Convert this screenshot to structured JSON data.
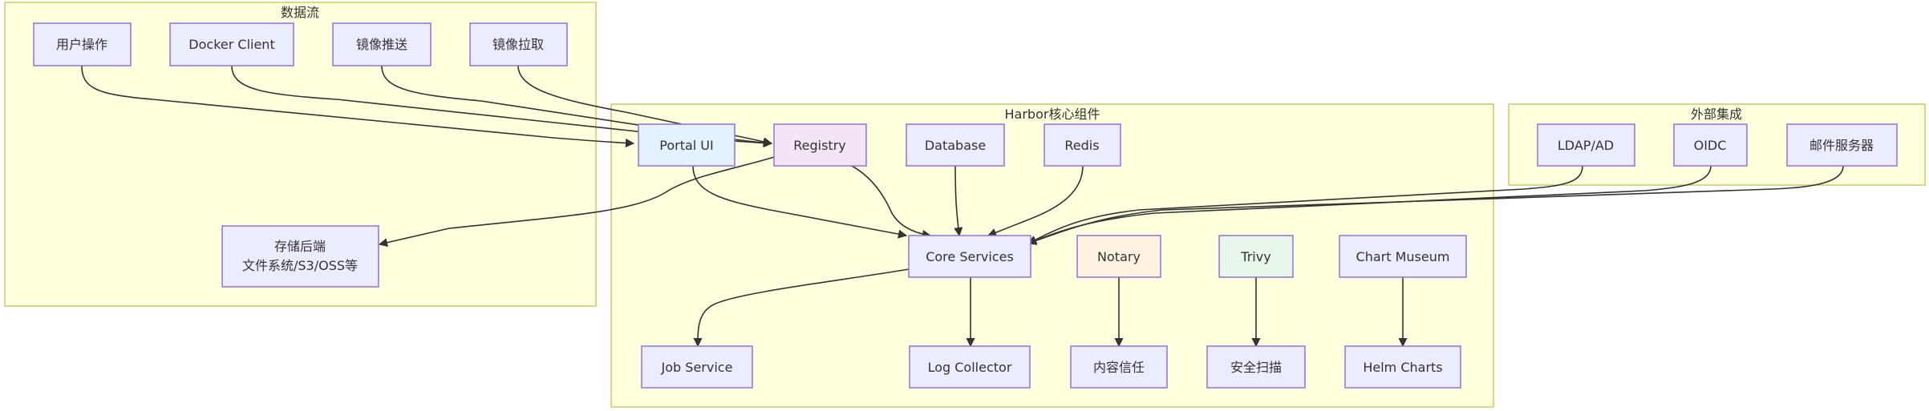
{
  "colors": {
    "default_node": "#ececff",
    "portal": "#e3f2fd",
    "registry": "#f3e5f5",
    "notary": "#fff3e0",
    "trivy": "#e8f5e9"
  },
  "clusters": {
    "data_flow": {
      "title": "数据流"
    },
    "harbor_core": {
      "title": "Harbor核心组件"
    },
    "external": {
      "title": "外部集成"
    }
  },
  "nodes": {
    "user_op": {
      "label": "用户操作"
    },
    "docker_client": {
      "label": "Docker Client"
    },
    "image_push": {
      "label": "镜像推送"
    },
    "image_pull": {
      "label": "镜像拉取"
    },
    "storage": {
      "line1": "存储后端",
      "line2": "文件系统/S3/OSS等"
    },
    "portal_ui": {
      "label": "Portal UI"
    },
    "registry": {
      "label": "Registry"
    },
    "database": {
      "label": "Database"
    },
    "redis": {
      "label": "Redis"
    },
    "core_services": {
      "label": "Core Services"
    },
    "notary": {
      "label": "Notary"
    },
    "trivy": {
      "label": "Trivy"
    },
    "chart_museum": {
      "label": "Chart Museum"
    },
    "job_service": {
      "label": "Job Service"
    },
    "log_collector": {
      "label": "Log Collector"
    },
    "content_trust": {
      "label": "内容信任"
    },
    "security_scan": {
      "label": "安全扫描"
    },
    "helm_charts": {
      "label": "Helm Charts"
    },
    "ldap": {
      "label": "LDAP/AD"
    },
    "oidc": {
      "label": "OIDC"
    },
    "mail_server": {
      "label": "邮件服务器"
    }
  }
}
